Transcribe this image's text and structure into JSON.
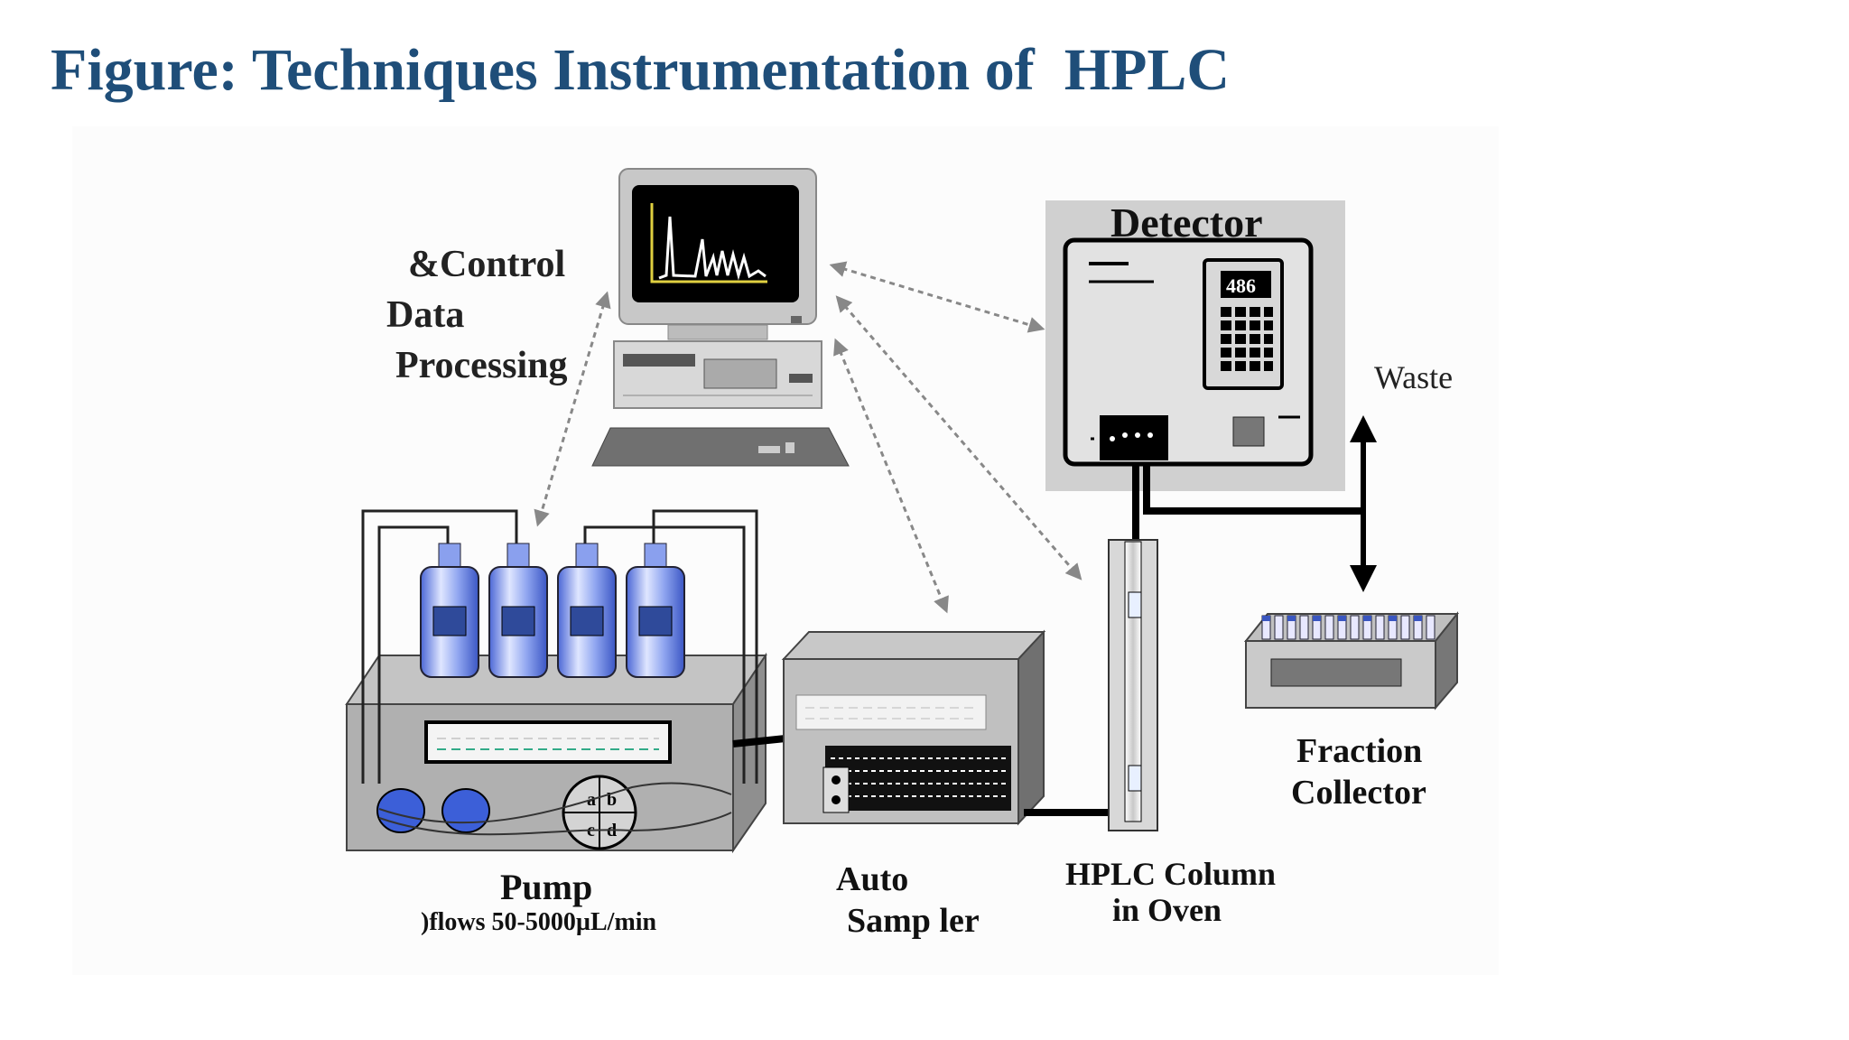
{
  "title": "Figure: Techniques Instrumentation of  HPLC",
  "labels": {
    "control": "&Control",
    "data": "Data",
    "processing": "Processing",
    "detector": "Detector",
    "detector_display": "486",
    "waste": "Waste",
    "pump": "Pump",
    "pump_flow": ")flows 50-5000µL/min",
    "valve_a": "a",
    "valve_b": "b",
    "valve_c": "c",
    "valve_d": "d",
    "auto": "Auto",
    "sampler": "Samp ler",
    "column": "HPLC Column",
    "oven": "in Oven",
    "fraction": "Fraction",
    "collector": "Collector"
  },
  "colors": {
    "title": "#1f4e79",
    "bottle": "#5a78e0",
    "bottle_label": "#2f4a9a",
    "housing": "#b3b3b3",
    "housing_dark": "#7a7a7a",
    "detector_panel": "#d0d0d0",
    "screen": "#000000",
    "chromatogram": "#ffffff",
    "axis": "#e0d040",
    "dashed_link": "#888888"
  },
  "icons": {
    "computer": "computer-icon",
    "detector": "detector-icon",
    "pump": "pump-icon",
    "autosampler": "autosampler-icon",
    "column": "column-icon",
    "fraction_collector": "fraction-collector-icon"
  }
}
